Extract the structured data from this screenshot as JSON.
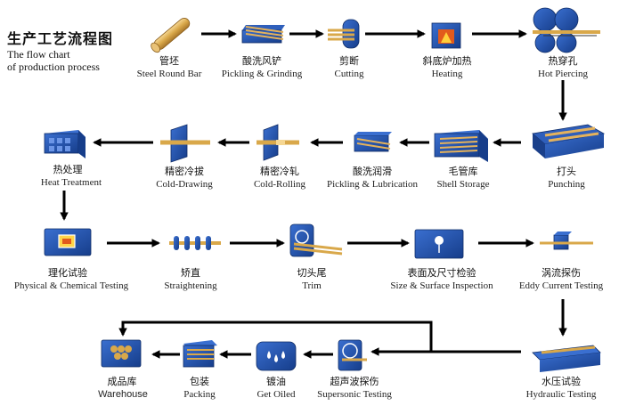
{
  "title": {
    "cn": "生产工艺流程图",
    "en_line1": "The flow chart",
    "en_line2": "of production process"
  },
  "colors": {
    "blue": "#1f4fa8",
    "blue_dark": "#16397c",
    "copper": "#d9a84a",
    "orange": "#e25a1c",
    "arrow": "#000000"
  },
  "steps": [
    {
      "id": "steel-round-bar",
      "cn": "管坯",
      "en": "Steel Round Bar",
      "icon": "round-bar-icon"
    },
    {
      "id": "pickling-grinding",
      "cn": "酸洗风铲",
      "en": "Pickling & Grinding",
      "icon": "pickling-tank-icon"
    },
    {
      "id": "cutting",
      "cn": "剪断",
      "en": "Cutting",
      "icon": "cutting-machine-icon"
    },
    {
      "id": "heating",
      "cn": "斜底炉加热",
      "en": "Heating",
      "icon": "furnace-icon"
    },
    {
      "id": "hot-piercing",
      "cn": "热穿孔",
      "en": "Hot Piercing",
      "icon": "piercing-mill-icon"
    },
    {
      "id": "punching",
      "cn": "打头",
      "en": "Punching",
      "icon": "punching-machine-icon"
    },
    {
      "id": "shell-storage",
      "cn": "毛管库",
      "en": "Shell Storage",
      "icon": "storage-box-icon"
    },
    {
      "id": "pickling-lubrication",
      "cn": "酸洗润滑",
      "en": "Pickling & Lubrication",
      "icon": "lubrication-tank-icon"
    },
    {
      "id": "cold-rolling",
      "cn": "精密冷轧",
      "en": "Cold-Rolling",
      "icon": "cold-rolling-icon"
    },
    {
      "id": "cold-drawing",
      "cn": "精密冷拔",
      "en": "Cold-Drawing",
      "icon": "cold-drawing-icon"
    },
    {
      "id": "heat-treatment",
      "cn": "热处理",
      "en": "Heat Treatment",
      "icon": "heat-treatment-furnace-icon"
    },
    {
      "id": "physical-chemical-testing",
      "cn": "理化试验",
      "en": "Physical & Chemical Testing",
      "icon": "lab-monitor-icon"
    },
    {
      "id": "straightening",
      "cn": "矫直",
      "en": "Straightening",
      "icon": "straightener-icon"
    },
    {
      "id": "trim",
      "cn": "切头尾",
      "en": "Trim",
      "icon": "saw-machine-icon"
    },
    {
      "id": "size-surface-inspection",
      "cn": "表面及尺寸检验",
      "en": "Size & Surface Inspection",
      "icon": "inspection-panel-icon"
    },
    {
      "id": "eddy-current-testing",
      "cn": "涡流探伤",
      "en": "Eddy Current Testing",
      "icon": "eddy-current-icon"
    },
    {
      "id": "hydraulic-testing",
      "cn": "水压试验",
      "en": "Hydraulic Testing",
      "icon": "hydraulic-tester-icon"
    },
    {
      "id": "supersonic-testing",
      "cn": "超声波探伤",
      "en": "Supersonic Testing",
      "icon": "ultrasonic-icon"
    },
    {
      "id": "get-oiled",
      "cn": "镀油",
      "en": "Get Oiled",
      "icon": "oil-drop-icon"
    },
    {
      "id": "packing",
      "cn": "包装",
      "en": "Packing",
      "icon": "package-box-icon"
    },
    {
      "id": "warehouse",
      "cn": "成品库",
      "en": "Warehouse",
      "icon": "warehouse-icon"
    }
  ]
}
